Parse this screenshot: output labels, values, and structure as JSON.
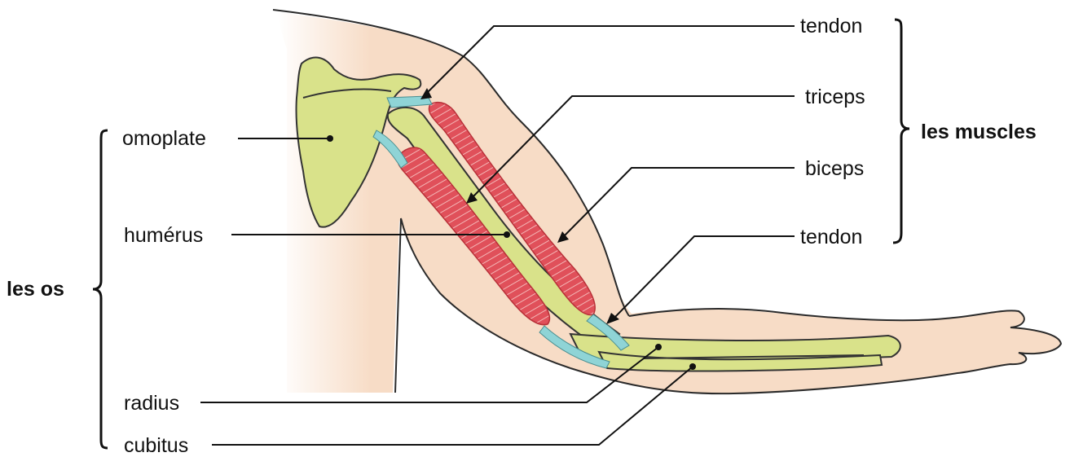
{
  "labels": {
    "omoplate": "omoplate",
    "humerus": "humérus",
    "radius": "radius",
    "cubitus": "cubitus",
    "tendon_top": "tendon",
    "triceps": "triceps",
    "biceps": "biceps",
    "tendon_bottom": "tendon",
    "group_bones": "les os",
    "group_muscles": "les muscles"
  },
  "colors": {
    "skin": "#f7dcc6",
    "skin_outline": "#2a2a2a",
    "bone": "#d9e28a",
    "bone_outline": "#333333",
    "muscle": "#e0505a",
    "muscle_fiber": "#f3b6b6",
    "tendon": "#8fd4d6",
    "text": "#111111"
  }
}
